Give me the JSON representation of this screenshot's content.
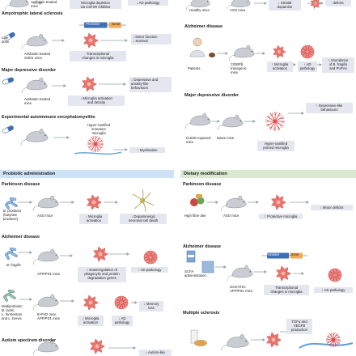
{
  "colors": {
    "mouse": "#c9ccd3",
    "mouse_outline": "#7c808a",
    "microglia": "#e8736b",
    "microglia_dark": "#d05a52",
    "hyper_ramified": "#e14c4c",
    "pill": "#3e6fb6",
    "box": "#e4e7ef",
    "banner_blue": "#cfe3f6",
    "banner_green": "#d7ead0",
    "promoter": "#3e6fb6",
    "gene": "#f0a85a",
    "arrow": "#9aa0aa"
  },
  "icons": [
    "mouse-icon",
    "microglia-cell-icon",
    "pill-icon",
    "syringe-icon",
    "neuron-icon",
    "plaque-icon",
    "gene-construct-icon",
    "patient-icon",
    "food-icon",
    "milk-carton-icon"
  ],
  "top_left": {
    "frag_antibiotic": "Antibiotic-treated",
    "frag_mice": "mice",
    "frag_depletion_1": "Microglia depletion",
    "frag_depletion_2": "via CSF1R inhibitor",
    "frag_ad_pathology": "↓ AD pathology",
    "als": {
      "title": "Amyotrophic lateral sclerosis",
      "left_label_1": "Low",
      "left_label_2": "dose",
      "mouse_label_1": "Antibiotic-treated",
      "mouse_label_2": "SOD1 mice",
      "promoter": "Promoter",
      "gene": "Gene",
      "box_1": "Transcriptional",
      "box_2": "changes in microglia",
      "out_1": "↓ Motor function",
      "out_2": "↓ Survival"
    },
    "mdd": {
      "title": "Major depressive disorder",
      "mouse_label_1": "Antibiotic-treated",
      "mouse_label_2": "mice",
      "box_1": "↓ Microglia activation",
      "box_2": "and density",
      "out_1": "↓ Depressive and",
      "out_2": "anxiety-like",
      "out_3": "behaviours"
    },
    "eae": {
      "title": "Experimental autoimmune encephalomyelitis",
      "cell_1": "Hyper-ramified",
      "cell_2": "immature",
      "cell_3": "microglia",
      "out": "↑ Myelination"
    }
  },
  "top_right": {
    "frag_healthy": "Healthy mice",
    "frag_aso": "ASO mice",
    "frag_striatal_1": "↓ Striatal",
    "frag_striatal_2": "dopamine",
    "frag_deficits": "deficits",
    "ad": {
      "title": "Alzheimer disease",
      "patients": "Patients",
      "mice_1": "C/EBPβ",
      "mice_2": "transgenic",
      "mice_3": "mice",
      "box_1": "↑ Microglia",
      "box_2": "activation",
      "box_ad_1": "↑ AD",
      "box_ad_2": "pathology",
      "out_1": "↑ Abundance",
      "out_2": "of B. fragilis",
      "out_3": "and PUFAs"
    },
    "mdd": {
      "title": "Major depressive disorder",
      "cums_1": "CUMS-exposed",
      "cums_2": "mice",
      "naive": "Naive mice",
      "box_1": "Hyper-ramified",
      "box_2": "primed microglia",
      "out_1": "↑ Depressive-like",
      "out_2": "behaviours"
    }
  },
  "probiotic": {
    "banner": "Probiotic administration",
    "pd": {
      "title": "Parkinson disease",
      "bact_1": "B. producta",
      "bact_2": "(butyrate",
      "bact_3": "producer)",
      "mouse": "ASO mice",
      "box_1": "↓ Microglia",
      "box_2": "activation",
      "box_neuron_1": "↓ Dopaminergic",
      "box_neuron_2": "neuronal cell death"
    },
    "ad": {
      "title": "Alzheimer disease",
      "bact": "B. fragilis",
      "mouse": "APP/PS1 mice",
      "box_1": "↓ Downregulation of",
      "box_2": "phagocytic and protein",
      "box_3": "degradation genes",
      "out": "↑ AD pathology",
      "multi_1": "Multiprobiotic:",
      "multi_2": "B. lactis,",
      "multi_3": "L. fermentum",
      "multi_4": "and L. brevis",
      "mouse2_1": "5×FAD mice",
      "mouse3_1": "5×FAD mice",
      "mouse3_2": "APP/PS1 mice",
      "box2_1": "↓ Microglia",
      "box2_2": "activation",
      "box2_ad_1": "↓ AD",
      "box2_ad_2": "pathology",
      "out2_1": "↓ Memory",
      "out2_2": "loss"
    },
    "asd": {
      "title": "Autism spectrum disorder",
      "out": "↓ Autism-like"
    }
  },
  "dietary": {
    "banner": "Dietary modification",
    "pd": {
      "title": "Parkinson disease",
      "food": "High fibre diet",
      "mouse": "ASO mice",
      "box": "↑ Protective microglia",
      "out": "↓ Motor deficits"
    },
    "ad": {
      "title": "Alzheimer disease",
      "scfa_1": "SCFA",
      "scfa_2": "administration",
      "mouse_1": "Germ-free",
      "mouse_2": "APP/PS1 mice",
      "promoter": "Promoter",
      "gene": "Gene",
      "box_1": "Transcriptional",
      "box_2": "changes in microglia",
      "out": "↑ AD pathology"
    },
    "ms": {
      "title": "Multiple sclerosis",
      "box_1": "TGFα and",
      "box_2": "VEGFB",
      "box_3": "production"
    }
  }
}
